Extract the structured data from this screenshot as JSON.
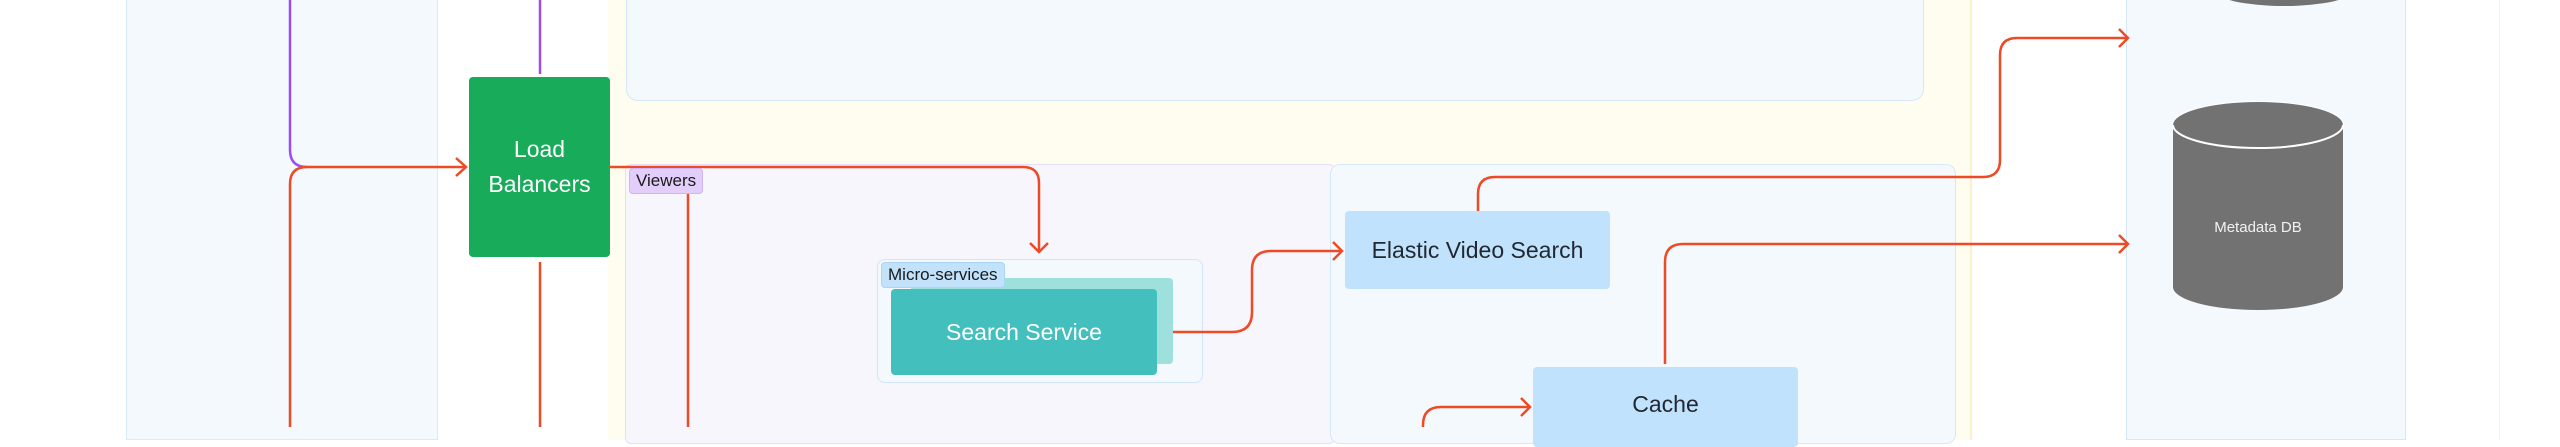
{
  "diagram": {
    "groups": {
      "viewers": "Viewers",
      "micro_services": "Micro-services"
    },
    "nodes": {
      "load_balancers": {
        "line1": "Load",
        "line2": "Balancers"
      },
      "search_service": "Search Service",
      "elastic_video_search": "Elastic Video Search",
      "cache": "Cache",
      "metadata_db": "Metadata DB"
    },
    "colors": {
      "edge": "#ee4a26",
      "edge_alt": "#9b4cf2",
      "load_balancer": "#17ab5a",
      "service": "#43bfbd",
      "store": "#c0e2fc",
      "database": "#727272"
    }
  }
}
